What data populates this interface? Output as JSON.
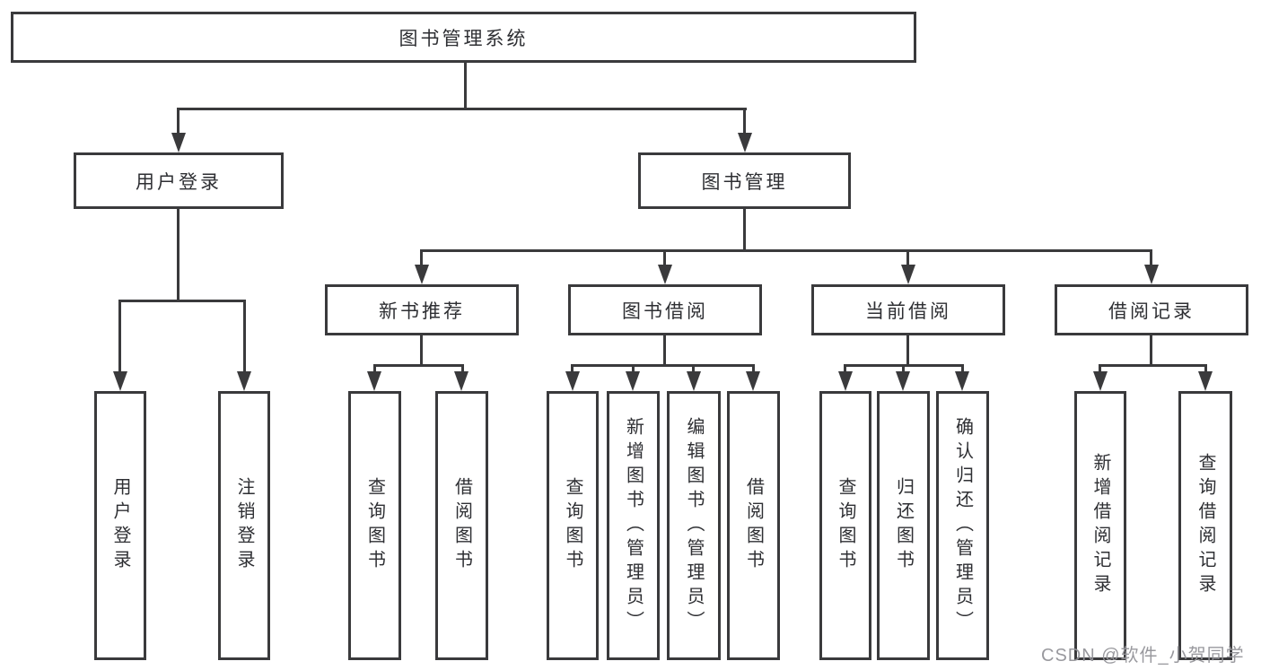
{
  "colors": {
    "line": "#3a3a3c",
    "text": "#2e2f33",
    "node_background": "#ffffff",
    "page_background": "#ffffff",
    "watermark": "#94949a"
  },
  "watermark": "CSDN @软件_小贺同学",
  "tree": {
    "root": {
      "label": "图书管理系统",
      "children": [
        {
          "label": "用户登录",
          "children": [
            {
              "label": "用户登录"
            },
            {
              "label": "注销登录"
            }
          ]
        },
        {
          "label": "图书管理",
          "children": [
            {
              "label": "新书推荐",
              "children": [
                {
                  "label": "查询图书"
                },
                {
                  "label": "借阅图书"
                }
              ]
            },
            {
              "label": "图书借阅",
              "children": [
                {
                  "label": "查询图书"
                },
                {
                  "label": "新增图书（管理员）"
                },
                {
                  "label": "编辑图书（管理员）"
                },
                {
                  "label": "借阅图书"
                }
              ]
            },
            {
              "label": "当前借阅",
              "children": [
                {
                  "label": "查询图书"
                },
                {
                  "label": "归还图书"
                },
                {
                  "label": "确认归还（管理员）"
                }
              ]
            },
            {
              "label": "借阅记录",
              "children": [
                {
                  "label": "新增借阅记录"
                },
                {
                  "label": "查询借阅记录"
                }
              ]
            }
          ]
        }
      ]
    }
  }
}
